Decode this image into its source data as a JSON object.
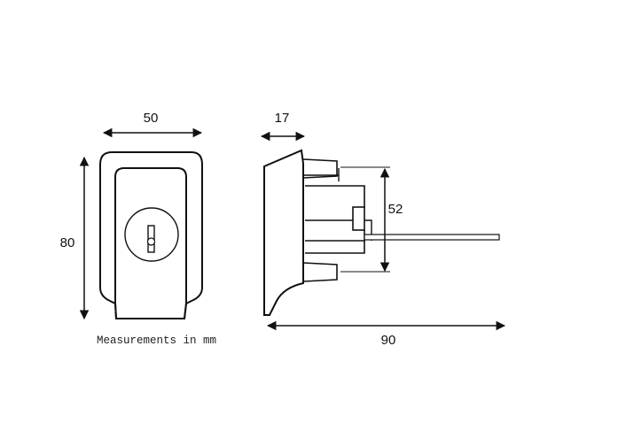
{
  "diagram": {
    "dimensions": {
      "front_width": "50",
      "front_height": "80",
      "side_depth": "17",
      "pin_spacing": "52",
      "overall_length": "90"
    },
    "caption": "Measurements in mm",
    "colors": {
      "stroke": "#111111",
      "background": "#ffffff"
    }
  }
}
